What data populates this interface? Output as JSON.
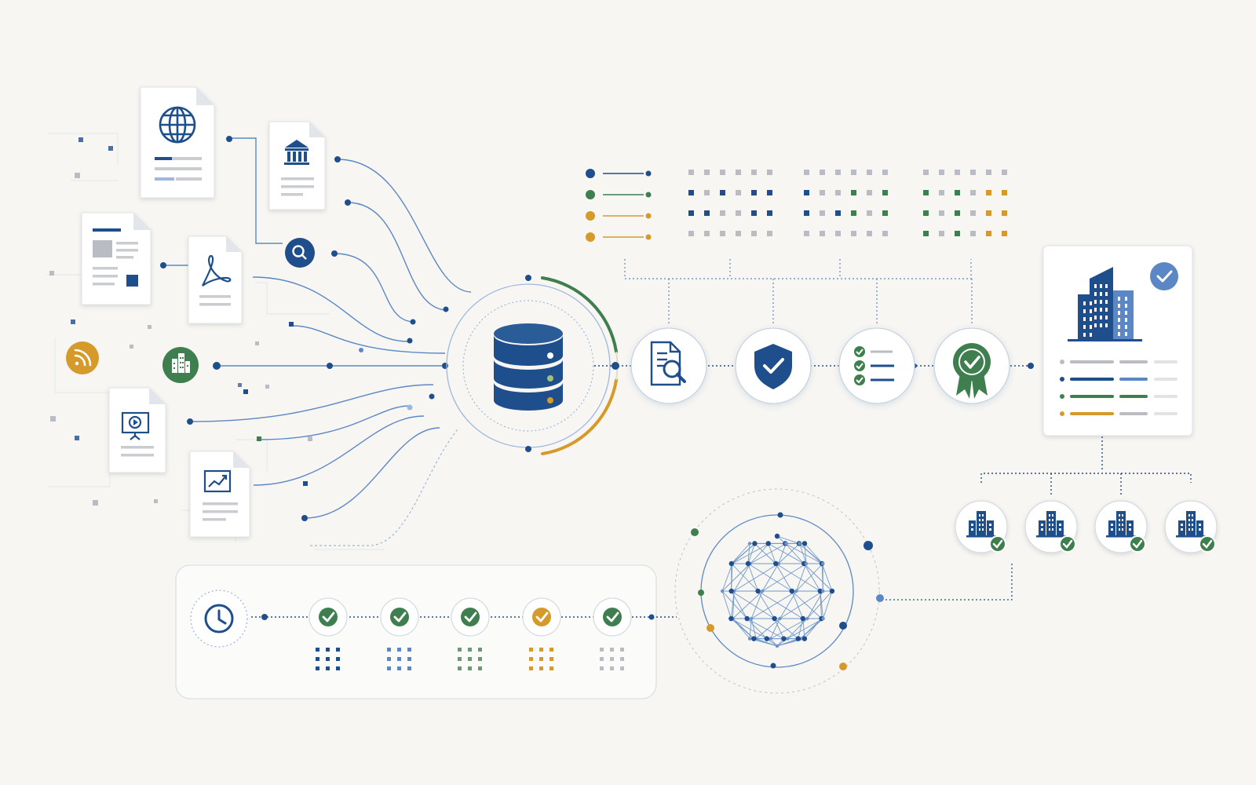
{
  "colors": {
    "background": "#f7f6f3",
    "navy": "#1f4e8c",
    "navy_dark": "#173f78",
    "blue_mid": "#5b88c4",
    "blue_light": "#9db8dc",
    "green": "#3f7f4f",
    "orange": "#d59a2a",
    "gray": "#b9bcc2",
    "card": "#ffffff",
    "card_border": "#dfe3e8"
  },
  "sources": [
    {
      "id": "web",
      "icon": "globe-icon",
      "kind": "document"
    },
    {
      "id": "gov",
      "icon": "bank-icon",
      "kind": "document"
    },
    {
      "id": "report",
      "icon": "text-layout-icon",
      "kind": "document"
    },
    {
      "id": "search",
      "icon": "search-icon",
      "kind": "badge"
    },
    {
      "id": "pdf",
      "icon": "pdf-icon",
      "kind": "document"
    },
    {
      "id": "rss",
      "icon": "rss-icon",
      "kind": "badge"
    },
    {
      "id": "company",
      "icon": "building-icon",
      "kind": "badge"
    },
    {
      "id": "video",
      "icon": "presentation-icon",
      "kind": "document"
    },
    {
      "id": "chart",
      "icon": "chart-icon",
      "kind": "document"
    }
  ],
  "hub": {
    "icon": "database-icon",
    "ring_colors": [
      "#3f7f4f",
      "#d59a2a"
    ]
  },
  "pipeline_steps": [
    {
      "id": "review",
      "icon": "document-search-icon"
    },
    {
      "id": "security",
      "icon": "shield-check-icon"
    },
    {
      "id": "checklist",
      "icon": "checklist-icon"
    },
    {
      "id": "certification",
      "icon": "award-icon"
    }
  ],
  "legend_series": [
    "#1f4e8c",
    "#3f7f4f",
    "#d59a2a",
    "#d59a2a"
  ],
  "matrices": [
    {
      "id": "matrix-1",
      "rows": [
        [
          "#b9bcc2",
          "#b9bcc2",
          "#b9bcc2",
          "#b9bcc2",
          "#b9bcc2",
          "#b9bcc2"
        ],
        [
          "#1f4e8c",
          "#b9bcc2",
          "#1f4e8c",
          "#b9bcc2",
          "#1f4e8c",
          "#1f4e8c"
        ],
        [
          "#1f4e8c",
          "#1f4e8c",
          "#b9bcc2",
          "#b9bcc2",
          "#1f4e8c",
          "#1f4e8c"
        ],
        [
          "#b9bcc2",
          "#b9bcc2",
          "#b9bcc2",
          "#b9bcc2",
          "#b9bcc2",
          "#b9bcc2"
        ]
      ]
    },
    {
      "id": "matrix-2",
      "rows": [
        [
          "#b9bcc2",
          "#b9bcc2",
          "#b9bcc2",
          "#b9bcc2",
          "#b9bcc2",
          "#b9bcc2"
        ],
        [
          "#1f4e8c",
          "#b9bcc2",
          "#b9bcc2",
          "#3f7f4f",
          "#b9bcc2",
          "#3f7f4f"
        ],
        [
          "#1f4e8c",
          "#b9bcc2",
          "#1f4e8c",
          "#3f7f4f",
          "#b9bcc2",
          "#3f7f4f"
        ],
        [
          "#b9bcc2",
          "#b9bcc2",
          "#b9bcc2",
          "#b9bcc2",
          "#b9bcc2",
          "#b9bcc2"
        ]
      ]
    },
    {
      "id": "matrix-3",
      "rows": [
        [
          "#b9bcc2",
          "#b9bcc2",
          "#b9bcc2",
          "#b9bcc2",
          "#b9bcc2",
          "#b9bcc2"
        ],
        [
          "#3f7f4f",
          "#b9bcc2",
          "#3f7f4f",
          "#b9bcc2",
          "#d59a2a",
          "#d59a2a"
        ],
        [
          "#3f7f4f",
          "#b9bcc2",
          "#3f7f4f",
          "#b9bcc2",
          "#d59a2a",
          "#d59a2a"
        ],
        [
          "#3f7f4f",
          "#b9bcc2",
          "#3f7f4f",
          "#b9bcc2",
          "#d59a2a",
          "#d59a2a"
        ]
      ]
    }
  ],
  "profile_card": {
    "icon": "buildings-icon",
    "badge": "check-badge-icon",
    "rows": [
      [
        "#b9bcc2",
        "#b9bcc2",
        "#e1e3e6"
      ],
      [
        "#1f4e8c",
        "#5b88c4",
        "#e1e3e6"
      ],
      [
        "#3f7f4f",
        "#3f7f4f",
        "#e1e3e6"
      ],
      [
        "#d59a2a",
        "#b9bcc2",
        "#e1e3e6"
      ]
    ]
  },
  "entities": [
    {
      "icon": "building-icon",
      "status": "verified"
    },
    {
      "icon": "building-icon",
      "status": "verified"
    },
    {
      "icon": "building-icon",
      "status": "verified"
    },
    {
      "icon": "building-icon",
      "status": "verified"
    }
  ],
  "timeline": {
    "start_icon": "clock-icon",
    "steps": [
      {
        "status": "complete",
        "color": "#3f7f4f",
        "grid_color": "#1f4e8c"
      },
      {
        "status": "complete",
        "color": "#3f7f4f",
        "grid_color": "#5b88c4"
      },
      {
        "status": "complete",
        "color": "#3f7f4f",
        "grid_color": "#6a9a73"
      },
      {
        "status": "pending",
        "color": "#d59a2a",
        "grid_color": "#d59a2a"
      },
      {
        "status": "complete",
        "color": "#3f7f4f",
        "grid_color": "#b9bcc2"
      }
    ]
  },
  "network": {
    "icon": "network-globe-icon"
  }
}
